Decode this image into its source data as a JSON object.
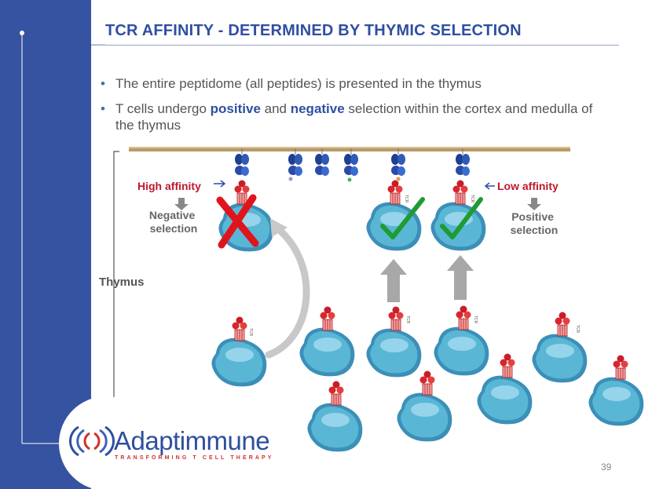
{
  "slide": {
    "title": "TCR AFFINITY  - DETERMINED BY THYMIC SELECTION",
    "bullets": [
      {
        "pre": "The entire peptidome (all peptides) is presented in the thymus",
        "b1": "",
        "mid": "",
        "b2": "",
        "post": ""
      },
      {
        "pre": "T cells undergo ",
        "b1": "positive",
        "mid": " and ",
        "b2": "negative",
        "post": " selection within the cortex and medulla of the thymus"
      }
    ],
    "page_number": "39"
  },
  "diagram": {
    "high_affinity": "High affinity",
    "low_affinity": "Low affinity",
    "negative_selection": [
      "Negative",
      "selection"
    ],
    "positive_selection": [
      "Positive",
      "selection"
    ],
    "thymus": "Thymus",
    "tcr": "TCR"
  },
  "brand": {
    "name": "Adaptimmune",
    "tagline": "TRANSFORMING T CELL THERAPY"
  },
  "colors": {
    "sidebar": "#3553a0",
    "title": "#2f4fa0",
    "high_affinity": "#c0182c",
    "low_affinity": "#c0182c",
    "selection_text": "#666666",
    "cell_fill": "#5ab6d5",
    "check": "#1e9b32",
    "cross": "#e0141b"
  }
}
